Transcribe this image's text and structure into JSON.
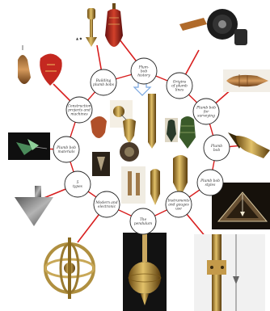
{
  "caption": "",
  "center_label": "",
  "nodes": [
    {
      "id": "top",
      "lines": [
        "Plum-",
        "bob",
        "history"
      ]
    },
    {
      "id": "ur1",
      "lines": [
        "Origins",
        "of plumb",
        "lines"
      ]
    },
    {
      "id": "ur2",
      "lines": [
        "Plumb bob",
        "for",
        "surveying"
      ]
    },
    {
      "id": "r",
      "lines": [
        "Plumb",
        "bob"
      ]
    },
    {
      "id": "lr1",
      "lines": [
        "Plumb bob",
        "styles"
      ]
    },
    {
      "id": "lr2",
      "lines": [
        "Instruments",
        "and gauges",
        "use"
      ]
    },
    {
      "id": "b",
      "lines": [
        "The",
        "pendulum"
      ]
    },
    {
      "id": "ll2",
      "lines": [
        "Modern and",
        "electronic"
      ]
    },
    {
      "id": "ll1",
      "lines": [
        "5",
        "types"
      ]
    },
    {
      "id": "l",
      "lines": [
        "Plumb bob",
        "materials"
      ]
    },
    {
      "id": "ul2",
      "lines": [
        "Construction",
        "projects and",
        "machines"
      ]
    },
    {
      "id": "ul1",
      "lines": [
        "Building",
        "plumb bobs"
      ]
    }
  ],
  "colors": {
    "line": "#d81e1e",
    "node_border": "#222222",
    "node_fill": "#ffffff",
    "arrow": "#7aa7e0"
  },
  "images": [
    {
      "id": "img-top-gold-bob",
      "icon": "brass-plumb-bob"
    },
    {
      "id": "img-top-red-bob",
      "icon": "red-plumb-bob"
    },
    {
      "id": "img-top-reel",
      "icon": "plumb-reel"
    },
    {
      "id": "img-right-copper-bob",
      "icon": "copper-plumb-bob"
    },
    {
      "id": "img-right-brass-tip",
      "icon": "brass-tip-bob"
    },
    {
      "id": "img-right-triangle",
      "icon": "triangle-level"
    },
    {
      "id": "img-bottom-tripod",
      "icon": "brass-rod-instrument"
    },
    {
      "id": "img-bottom-globe",
      "icon": "brass-globe-bob"
    },
    {
      "id": "img-bottom-gyro",
      "icon": "gyroscope"
    },
    {
      "id": "img-left-cone",
      "icon": "lead-cone-bob"
    },
    {
      "id": "img-left-crystal",
      "icon": "crystal-pendant"
    },
    {
      "id": "img-left-bobs",
      "icon": "copper-and-red-bobs"
    }
  ]
}
